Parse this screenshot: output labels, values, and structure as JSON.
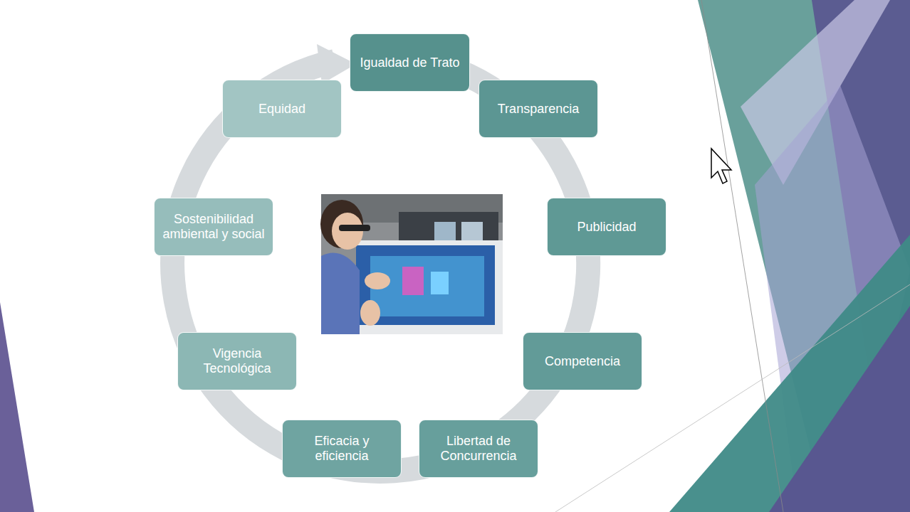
{
  "diagram": {
    "nodes": [
      {
        "text": [
          "Igualdad de Trato"
        ]
      },
      {
        "text": [
          "Transparencia"
        ]
      },
      {
        "text": [
          "Publicidad"
        ]
      },
      {
        "text": [
          "Competencia"
        ]
      },
      {
        "text": [
          "Libertad de Concurrencia"
        ]
      },
      {
        "text": [
          "Eficacia y eficiencia"
        ]
      },
      {
        "text": [
          "Vigencia Tecnológica"
        ]
      },
      {
        "text": [
          "Sostenibilidad ambiental y social"
        ]
      },
      {
        "text": [
          "Equidad"
        ]
      }
    ]
  }
}
